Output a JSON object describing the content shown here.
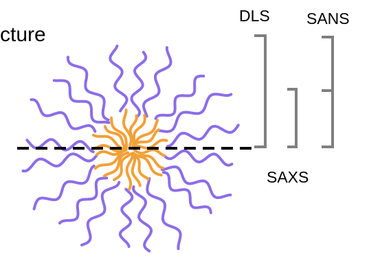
{
  "labels": {
    "title_fragment": "cture",
    "dls": "DLS",
    "sans": "SANS",
    "saxs": "SAXS"
  },
  "colors": {
    "shell": "#8c6de8",
    "core": "#f2a038",
    "bracket": "#7f7f7f",
    "dashed_line": "#000000"
  }
}
